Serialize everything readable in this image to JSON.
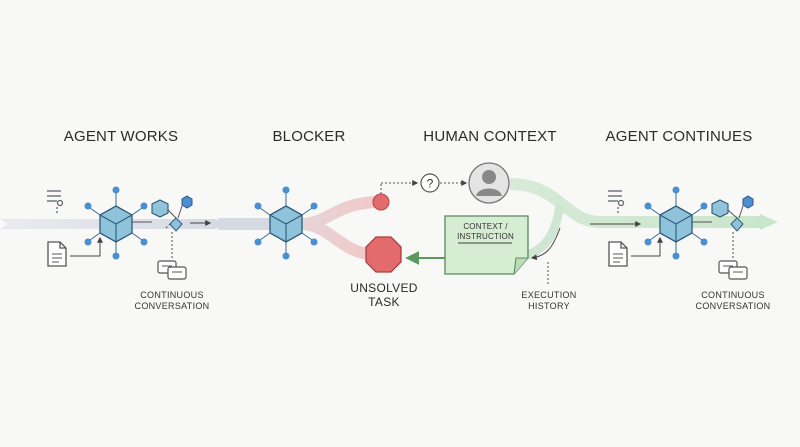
{
  "stages": {
    "agent_works": "AGENT WORKS",
    "blocker": "BLOCKER",
    "human_context": "HUMAN CONTEXT",
    "agent_continues": "AGENT CONTINUES"
  },
  "labels": {
    "continuous_left": [
      "CONTINUOUS",
      "CONVERSATION"
    ],
    "continuous_right": [
      "CONTINUOUS",
      "CONVERSATION"
    ],
    "unsolved": [
      "UNSOLVED",
      "TASK"
    ],
    "execution": [
      "EXECUTION",
      "HISTORY"
    ],
    "context_note": [
      "CONTEXT /",
      "INSTRUCTION"
    ],
    "question": "?"
  },
  "colors": {
    "gray_flow": "#dde0e6",
    "red_flow": "#f0c9c9",
    "green_flow": "#cfe6d2",
    "agent_cube": "#8fc3dc",
    "node_blue": "#4a8fd1",
    "blocker_red": "#e26b6b",
    "note_green": "#d6ecd3"
  },
  "icons": [
    "document-icon",
    "list-icon",
    "chat-bubbles-icon",
    "hexagon-node-icon",
    "user-avatar-icon",
    "stop-sign-icon",
    "question-icon"
  ]
}
